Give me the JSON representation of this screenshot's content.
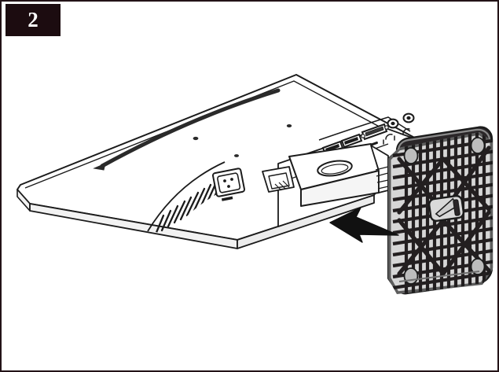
{
  "figure": {
    "step_number": "2",
    "title": "Monitor VESA bracket attachment — step 2",
    "description": "Exploded assembly view: a flat-panel monitor lying face-down with its rear panel upward, a mounting bracket arm inserted into the stand slot, and a square mesh-patterned wall-mount adapter being slid onto the bracket in the direction of the arrow.",
    "border_color": "#231317",
    "background_color": "#ffffff",
    "badge_background": "#1c0c10",
    "badge_text_color": "#ffffff"
  },
  "colors": {
    "outline": "#1b1b1b",
    "panel_fill": "#ffffff",
    "panel_shade": "#f2f2f2",
    "mesh_dark": "#231f20",
    "mesh_light": "#c9c9c9",
    "mesh_cell": "#d6d6d6",
    "arrow_fill": "#111111",
    "seam_dark": "#2a2a2a",
    "boss_fill": "#bdbdbd"
  },
  "scene": {
    "monitor": {
      "name": "flat-panel monitor, face down",
      "back_panel_seam": "curved accent seam across rear housing",
      "screw_dots": 3,
      "vent_slot_count": 16,
      "vent_label": "ventilation slots",
      "power_socket_label": "AC power inlet (IEC C14)"
    },
    "io_ports": {
      "label": "rear input/output port cluster",
      "items": [
        {
          "name": "hdmi-port-1",
          "type": "hdmi"
        },
        {
          "name": "hdmi-port-2",
          "type": "hdmi"
        },
        {
          "name": "vga-port",
          "type": "d-sub"
        },
        {
          "name": "audio-jack-1",
          "type": "round-jack"
        },
        {
          "name": "audio-jack-2",
          "type": "round-jack"
        }
      ]
    },
    "bracket": {
      "name": "mounting bracket arm",
      "cutout": "oval hand slot"
    },
    "mount_adapter": {
      "name": "mesh wall-mount adapter plate",
      "corner_bosses": 4,
      "center_badge": "central latch plate",
      "lattice_rows": 13,
      "lattice_cols": 13
    },
    "arrow": {
      "name": "assembly direction arrow",
      "direction": "left",
      "meaning": "slide adapter onto bracket"
    }
  }
}
